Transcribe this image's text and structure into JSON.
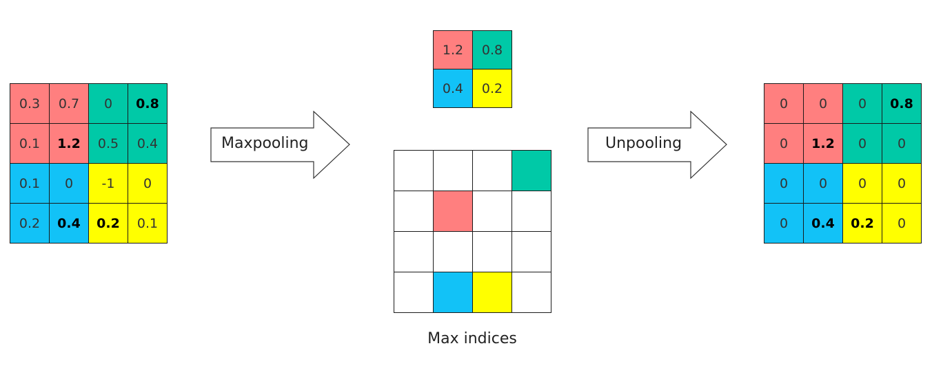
{
  "colors": {
    "red": "#ff7f7f",
    "teal": "#00c9a7",
    "blue": "#12c2f7",
    "yellow": "#ffff00",
    "white": "#ffffff"
  },
  "input_matrix": [
    [
      {
        "v": "0.3",
        "c": "red"
      },
      {
        "v": "0.7",
        "c": "red"
      },
      {
        "v": "0",
        "c": "teal"
      },
      {
        "v": "0.8",
        "c": "teal",
        "b": true
      }
    ],
    [
      {
        "v": "0.1",
        "c": "red"
      },
      {
        "v": "1.2",
        "c": "red",
        "b": true
      },
      {
        "v": "0.5",
        "c": "teal"
      },
      {
        "v": "0.4",
        "c": "teal"
      }
    ],
    [
      {
        "v": "0.1",
        "c": "blue"
      },
      {
        "v": "0",
        "c": "blue"
      },
      {
        "v": "-1",
        "c": "yellow"
      },
      {
        "v": "0",
        "c": "yellow"
      }
    ],
    [
      {
        "v": "0.2",
        "c": "blue"
      },
      {
        "v": "0.4",
        "c": "blue",
        "b": true
      },
      {
        "v": "0.2",
        "c": "yellow",
        "b": true
      },
      {
        "v": "0.1",
        "c": "yellow"
      }
    ]
  ],
  "pooled_matrix": [
    [
      {
        "v": "1.2",
        "c": "red"
      },
      {
        "v": "0.8",
        "c": "teal"
      }
    ],
    [
      {
        "v": "0.4",
        "c": "blue"
      },
      {
        "v": "0.2",
        "c": "yellow"
      }
    ]
  ],
  "indices_matrix": [
    [
      {
        "v": "",
        "c": "white"
      },
      {
        "v": "",
        "c": "white"
      },
      {
        "v": "",
        "c": "white"
      },
      {
        "v": "",
        "c": "teal"
      }
    ],
    [
      {
        "v": "",
        "c": "white"
      },
      {
        "v": "",
        "c": "red"
      },
      {
        "v": "",
        "c": "white"
      },
      {
        "v": "",
        "c": "white"
      }
    ],
    [
      {
        "v": "",
        "c": "white"
      },
      {
        "v": "",
        "c": "white"
      },
      {
        "v": "",
        "c": "white"
      },
      {
        "v": "",
        "c": "white"
      }
    ],
    [
      {
        "v": "",
        "c": "white"
      },
      {
        "v": "",
        "c": "blue"
      },
      {
        "v": "",
        "c": "yellow"
      },
      {
        "v": "",
        "c": "white"
      }
    ]
  ],
  "output_matrix": [
    [
      {
        "v": "0",
        "c": "red"
      },
      {
        "v": "0",
        "c": "red"
      },
      {
        "v": "0",
        "c": "teal"
      },
      {
        "v": "0.8",
        "c": "teal",
        "b": true
      }
    ],
    [
      {
        "v": "0",
        "c": "red"
      },
      {
        "v": "1.2",
        "c": "red",
        "b": true
      },
      {
        "v": "0",
        "c": "teal"
      },
      {
        "v": "0",
        "c": "teal"
      }
    ],
    [
      {
        "v": "0",
        "c": "blue"
      },
      {
        "v": "0",
        "c": "blue"
      },
      {
        "v": "0",
        "c": "yellow"
      },
      {
        "v": "0",
        "c": "yellow"
      }
    ],
    [
      {
        "v": "0",
        "c": "blue"
      },
      {
        "v": "0.4",
        "c": "blue",
        "b": true
      },
      {
        "v": "0.2",
        "c": "yellow",
        "b": true
      },
      {
        "v": "0",
        "c": "yellow"
      }
    ]
  ],
  "labels": {
    "maxpooling": "Maxpooling",
    "unpooling": "Unpooling",
    "max_indices": "Max indices"
  }
}
